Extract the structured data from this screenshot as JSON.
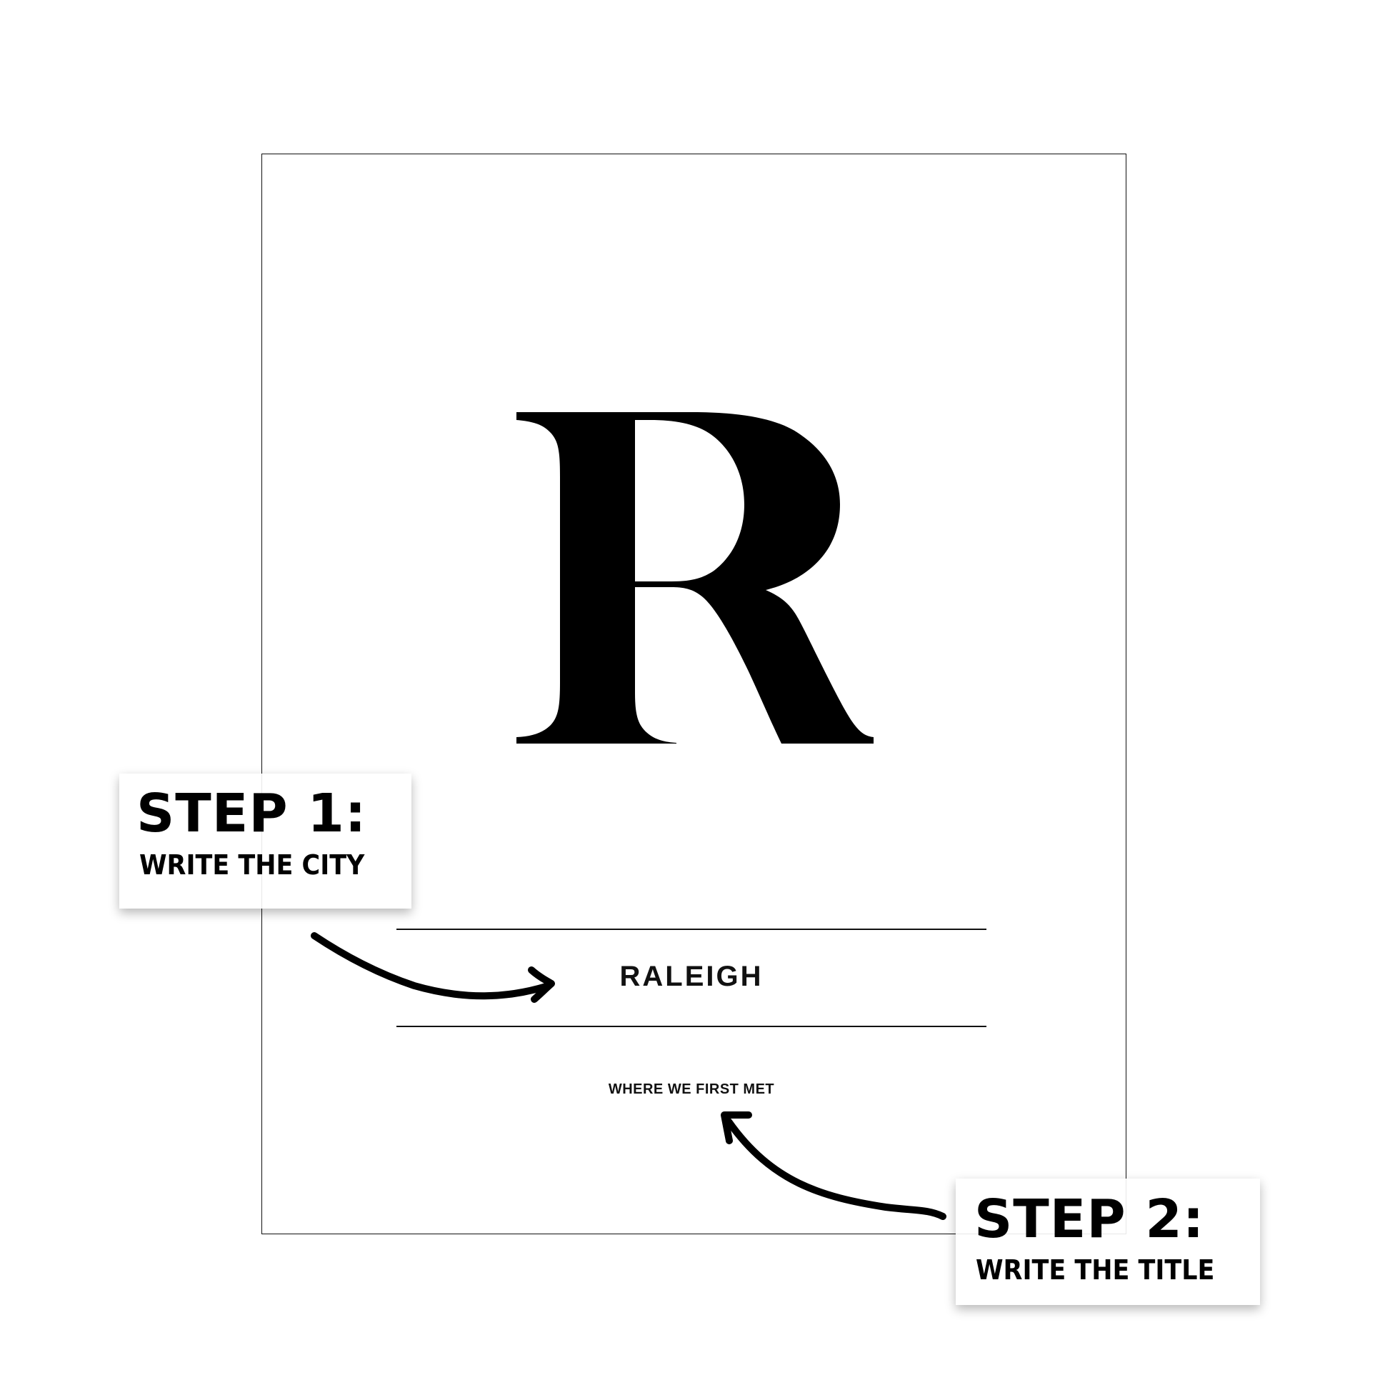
{
  "poster": {
    "monogram_letter": "R",
    "city": "RALEIGH",
    "title": "WHERE WE FIRST MET"
  },
  "callouts": [
    {
      "heading": "STEP 1:",
      "instruction": "WRITE THE CITY",
      "icon": "curved-arrow-right-icon"
    },
    {
      "heading": "STEP 2:",
      "instruction": "WRITE THE TITLE",
      "icon": "curved-arrow-up-left-icon"
    }
  ],
  "colors": {
    "ink": "#000000",
    "background": "#ffffff",
    "frame": "#111111"
  }
}
